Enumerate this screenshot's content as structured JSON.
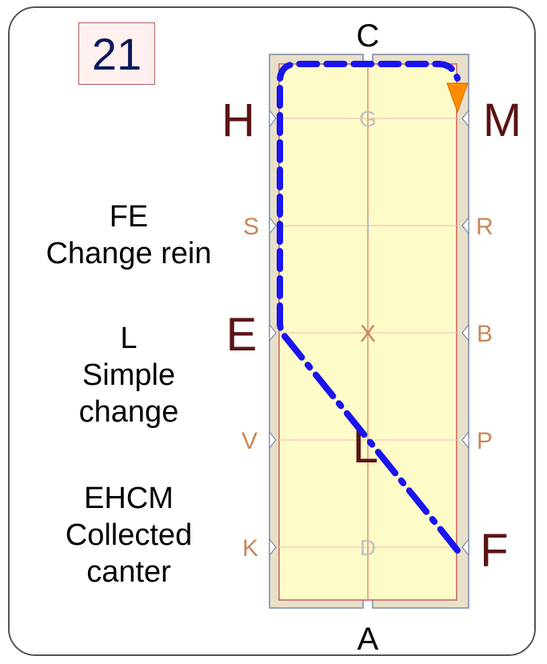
{
  "test_number": "21",
  "movements": [
    {
      "lines": [
        "FE",
        "Change rein"
      ]
    },
    {
      "lines": [
        "L",
        "Simple",
        "change"
      ]
    },
    {
      "lines": [
        "EHCM",
        "Collected",
        "canter"
      ]
    }
  ],
  "letters": {
    "C": "C",
    "A": "A",
    "H": "H",
    "M": "M",
    "E": "E",
    "F": "F",
    "L": "L",
    "S": "S",
    "R": "R",
    "B": "B",
    "V": "V",
    "P": "P",
    "K": "K",
    "X": "X",
    "G": "G",
    "I": "I",
    "D": "D"
  },
  "colors": {
    "arena_fill": "#fdfbc8",
    "arena_wall": "#e8e0c8",
    "path": "#1a14ee",
    "arrow": "#ff8c00",
    "grid": "#f0c8b8"
  }
}
